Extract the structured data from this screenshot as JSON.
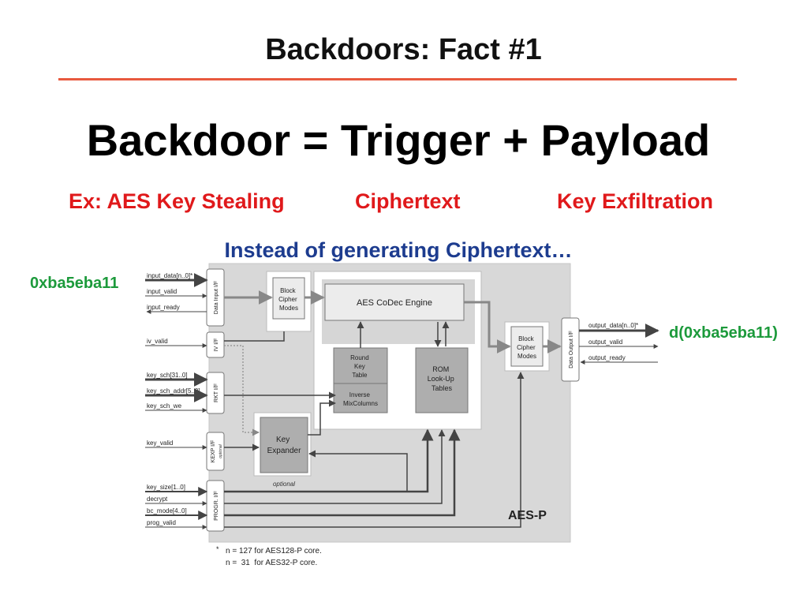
{
  "slide": {
    "title": "Backdoors: Fact #1",
    "headline": "Backdoor = Trigger + Payload",
    "example_label": "Ex: AES Key Stealing",
    "trigger_label": "Ciphertext",
    "payload_label": "Key Exfiltration",
    "instead_text": "Instead of generating Ciphertext…",
    "input_value": "0xba5eba11",
    "output_value": "d(0xba5eba11)",
    "colors": {
      "title_rule": "#e8593f",
      "red_text": "#e0191b",
      "blue_text": "#1d3c8f",
      "green_text": "#1c9a3b"
    }
  },
  "diagram": {
    "core_name": "AES-P",
    "engine_label": "AES CoDec Engine",
    "block_cipher_in": [
      "Block",
      "Cipher",
      "Modes"
    ],
    "block_cipher_out": [
      "Block",
      "Cipher",
      "Modes"
    ],
    "round_key_table": [
      "Round",
      "Key",
      "Table"
    ],
    "inverse_mixcolumns": [
      "Inverse",
      "MixColumns"
    ],
    "rom_tables": [
      "ROM",
      "Look-Up",
      "Tables"
    ],
    "key_expander": [
      "Key",
      "Expander"
    ],
    "optional_label": "optional",
    "interfaces": {
      "data_input": "Data Input I/F",
      "iv": "IV I/F",
      "rkt": "RKT I/F",
      "kexp": "KEXP I/F",
      "kexp_optional": "optional",
      "progr": "PROGR. I/F",
      "data_output": "Data Output I/F"
    },
    "input_signals": {
      "input_data": "input_data[n..0]*",
      "input_valid": "input_valid",
      "input_ready": "input_ready",
      "iv_valid": "iv_valid",
      "key_sch": "key_sch[31..0]",
      "key_sch_addr": "key_sch_addr[5..0]",
      "key_sch_we": "key_sch_we",
      "key_valid": "key_valid",
      "key_size": "key_size[1..0]",
      "decrypt": "decrypt",
      "bc_mode": "bc_mode[4..0]",
      "prog_valid": "prog_valid"
    },
    "output_signals": {
      "output_data": "output_data[n..0]*",
      "output_valid": "output_valid",
      "output_ready": "output_ready"
    },
    "footnote_1": "n = 127 for AES128-P core.",
    "footnote_2": "n =  31  for AES32-P core."
  }
}
